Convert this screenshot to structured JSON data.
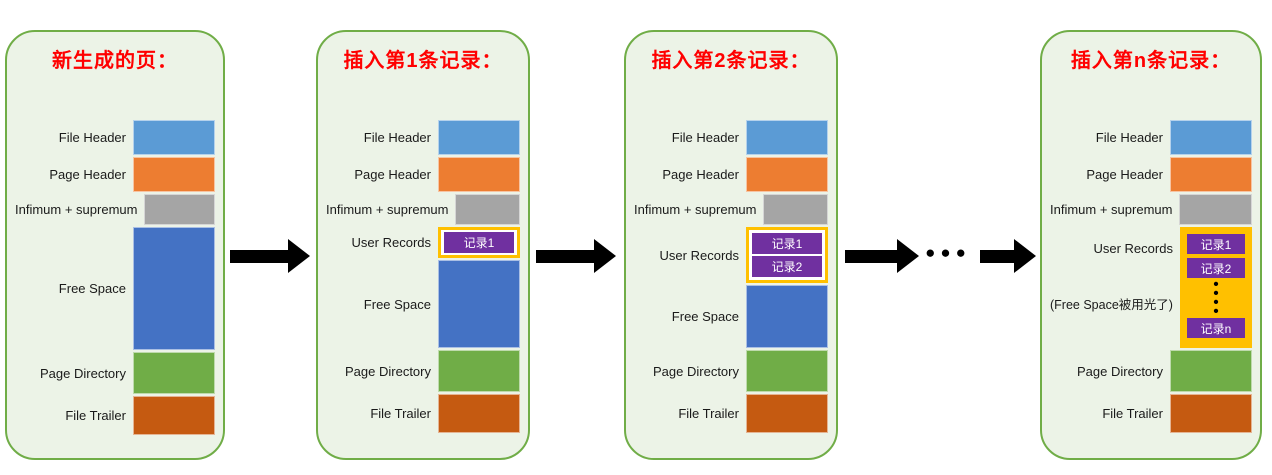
{
  "colors": {
    "panel_bg": "#ECF3E7",
    "panel_border": "#70AD47",
    "title_red": "#FF0000",
    "file_header": "#5B9BD5",
    "page_header": "#ED7D31",
    "infimum_supremum": "#A5A5A5",
    "free_space": "#4472C4",
    "page_directory": "#70AD47",
    "file_trailer": "#C55A11",
    "record_purple": "#7030A0",
    "record_yellow": "#FFC000"
  },
  "icons": {
    "arrow_right": "solid-black-right-arrow",
    "horizontal_ellipsis": "●●●",
    "vertical_ellipsis": "•\n•\n•\n•"
  },
  "panels": [
    {
      "title": "新生成的页：",
      "rows": [
        {
          "label": "File Header"
        },
        {
          "label": "Page Header"
        },
        {
          "label": "Infimum + supremum"
        },
        {
          "label": "Free Space"
        },
        {
          "label": "Page Directory"
        },
        {
          "label": "File Trailer"
        }
      ]
    },
    {
      "title": "插入第1条记录：",
      "rows": [
        {
          "label": "File Header"
        },
        {
          "label": "Page Header"
        },
        {
          "label": "Infimum + supremum"
        },
        {
          "label": "User Records",
          "records": [
            "记录1"
          ]
        },
        {
          "label": "Free Space"
        },
        {
          "label": "Page Directory"
        },
        {
          "label": "File Trailer"
        }
      ]
    },
    {
      "title": "插入第2条记录：",
      "rows": [
        {
          "label": "File Header"
        },
        {
          "label": "Page Header"
        },
        {
          "label": "Infimum + supremum"
        },
        {
          "label": "User Records",
          "records": [
            "记录1",
            "记录2"
          ]
        },
        {
          "label": "Free Space"
        },
        {
          "label": "Page Directory"
        },
        {
          "label": "File Trailer"
        }
      ]
    },
    {
      "title": "插入第n条记录：",
      "rows": [
        {
          "label": "File Header"
        },
        {
          "label": "Page Header"
        },
        {
          "label": "Infimum + supremum"
        },
        {
          "label": "User Records",
          "label2": "(Free Space被用光了)",
          "records": [
            "记录1",
            "记录2"
          ],
          "record_last": "记录n"
        },
        {
          "label": "Page Directory"
        },
        {
          "label": "File Trailer"
        }
      ]
    }
  ]
}
